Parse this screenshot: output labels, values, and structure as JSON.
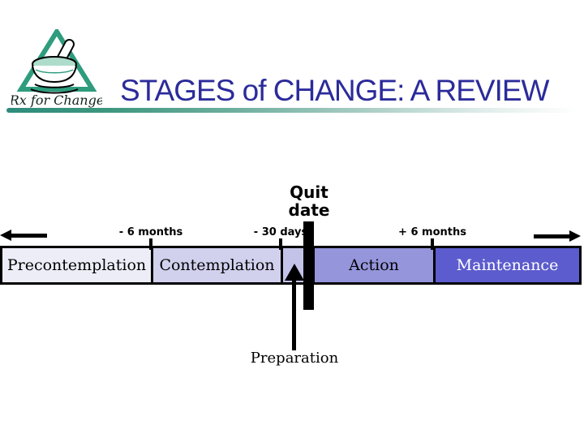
{
  "slide": {
    "title": "STAGES of CHANGE: A REVIEW",
    "title_color": "#2B2B9B",
    "rule_color": "#2E8C7C",
    "logo": {
      "text": "Rx for Change",
      "triangle_color": "#2E9C7D"
    }
  },
  "timeline": {
    "quit_date": {
      "line1": "Quit",
      "line2": "date"
    },
    "markers": [
      {
        "label": "- 6 months"
      },
      {
        "label": "- 30 days"
      },
      {
        "label": "+ 6 months"
      }
    ],
    "stages": [
      {
        "label": "Precontemplation",
        "fill": "#EDEDF8",
        "text_color": "#000000"
      },
      {
        "label": "Contemplation",
        "fill": "#D1D1EE",
        "text_color": "#000000"
      },
      {
        "label": "Preparation",
        "fill": "#C3C3E9",
        "text_color": "#000000"
      },
      {
        "label": "Action",
        "fill": "#9595DC",
        "text_color": "#000000"
      },
      {
        "label": "Maintenance",
        "fill": "#5C5CCE",
        "text_color": "#FFFFFF"
      }
    ]
  }
}
